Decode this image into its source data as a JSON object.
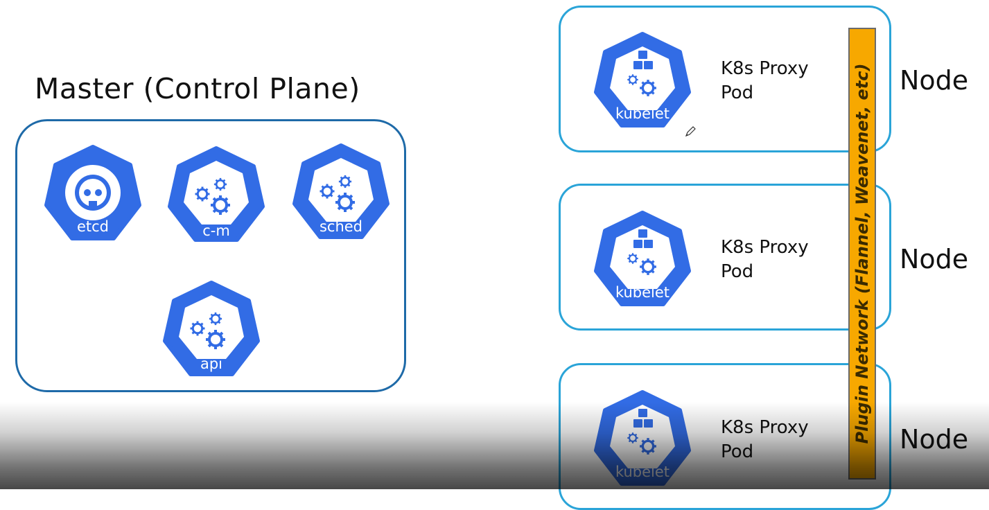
{
  "master": {
    "title": "Master (Control Plane)",
    "components": [
      {
        "label": "etcd",
        "icon": "etcd-icon"
      },
      {
        "label": "c-m",
        "icon": "gears-icon"
      },
      {
        "label": "sched",
        "icon": "gears-icon"
      },
      {
        "label": "api",
        "icon": "gears-icon"
      }
    ]
  },
  "nodes": [
    {
      "kubelet_label": "kubelet",
      "text_line1": "K8s Proxy",
      "text_line2": "Pod",
      "node_label": "Node"
    },
    {
      "kubelet_label": "kubelet",
      "text_line1": "K8s Proxy",
      "text_line2": "Pod",
      "node_label": "Node"
    },
    {
      "kubelet_label": "kubelet",
      "text_line1": "K8s Proxy",
      "text_line2": "Pod",
      "node_label": "Node"
    }
  ],
  "plugin_network": {
    "label": "Plugin Network (Flannel, Weavenet, etc)"
  },
  "colors": {
    "k8s_blue": "#326ce5",
    "master_border": "#1e6aa8",
    "node_border": "#2aa4d8",
    "plugin_bar": "#f7a800"
  }
}
